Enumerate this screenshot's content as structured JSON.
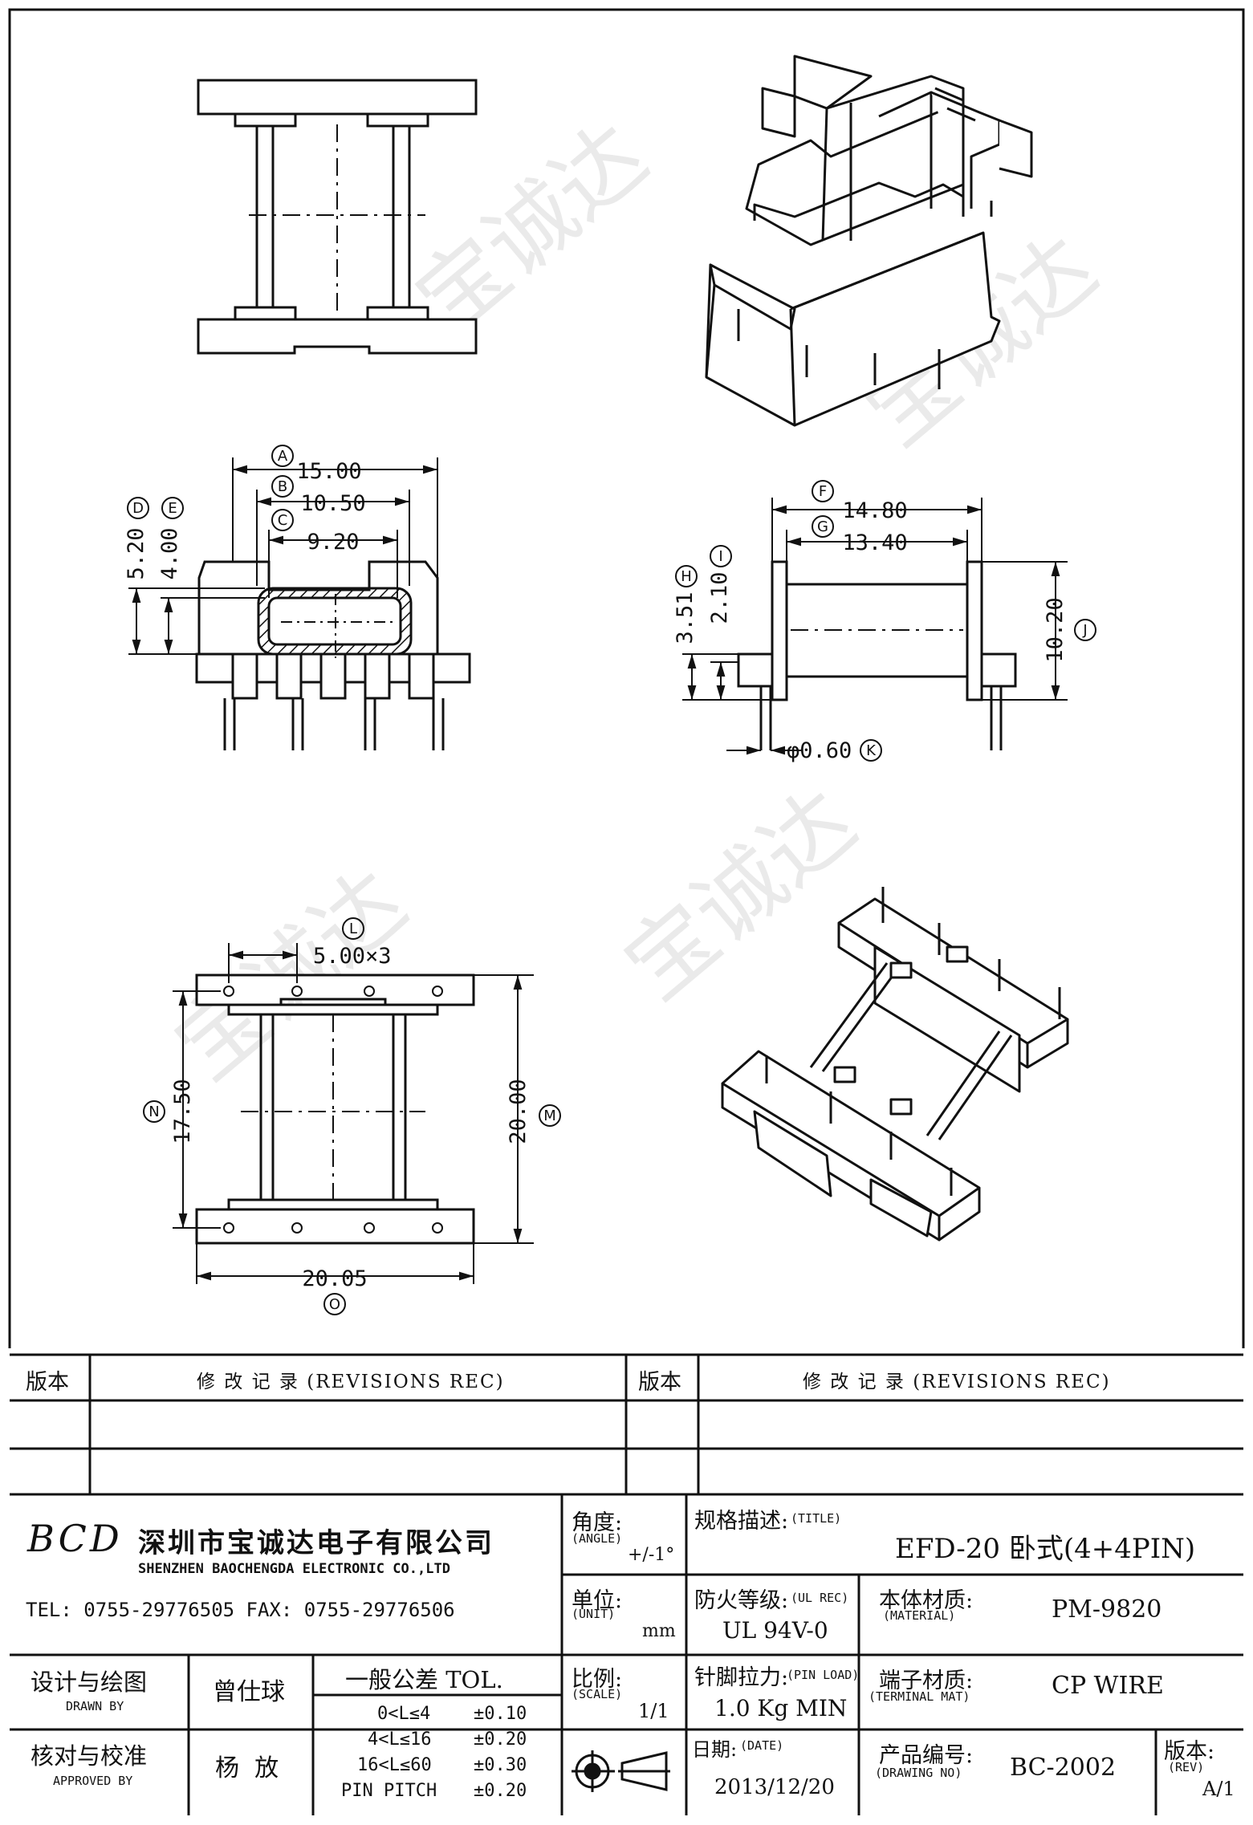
{
  "views": {
    "front": {
      "A": {
        "letter": "A",
        "value": "15.00"
      },
      "B": {
        "letter": "B",
        "value": "10.50"
      },
      "C": {
        "letter": "C",
        "value": "9.20"
      },
      "D": {
        "letter": "D",
        "value": "5.20"
      },
      "E": {
        "letter": "E",
        "value": "4.00"
      }
    },
    "side": {
      "F": {
        "letter": "F",
        "value": "14.80"
      },
      "G": {
        "letter": "G",
        "value": "13.40"
      },
      "H": {
        "letter": "H",
        "value": "3.51"
      },
      "I": {
        "letter": "I",
        "value": "2.10"
      },
      "J": {
        "letter": "J",
        "value": "10.20"
      },
      "K": {
        "letter": "K",
        "value": "φ0.60"
      }
    },
    "bottom": {
      "L": {
        "letter": "L",
        "value": "5.00×3"
      },
      "M": {
        "letter": "M",
        "value": "20.00"
      },
      "N": {
        "letter": "N",
        "value": "17.50"
      },
      "O": {
        "letter": "O",
        "value": "20.05"
      }
    }
  },
  "watermark": "宝诚达",
  "revisions": {
    "ver_label": "版本",
    "rec_label": "修 改 记 录 (REVISIONS REC)"
  },
  "company": {
    "logo": "BCD",
    "name_cn": "深圳市宝诚达电子有限公司",
    "name_en": "SHENZHEN BAOCHENGDA ELECTRONIC CO.,LTD",
    "tel": "TEL: 0755-29776505  FAX: 0755-29776506"
  },
  "angle": {
    "label": "角度:",
    "sub": "(ANGLE)",
    "value": "+/-1°"
  },
  "title": {
    "label": "规格描述:",
    "sub": "(TITLE)",
    "value": "EFD-20 卧式(4+4PIN)"
  },
  "unit": {
    "label": "单位:",
    "sub": "(UNIT)",
    "value": "mm"
  },
  "ul": {
    "label": "防火等级:",
    "sub": "(UL REC)",
    "value": "UL 94V-0"
  },
  "material": {
    "label": "本体材质:",
    "sub": "(MATERIAL)",
    "value": "PM-9820"
  },
  "designer": {
    "label": "设计与绘图",
    "sub": "DRAWN BY",
    "value": "曾仕球"
  },
  "tolerance": {
    "title": "一般公差 TOL.",
    "rows": [
      {
        "range": "0<L≤4",
        "tol": "±0.10"
      },
      {
        "range": "4<L≤16",
        "tol": "±0.20"
      },
      {
        "range": "16<L≤60",
        "tol": "±0.30"
      },
      {
        "range": "PIN PITCH",
        "tol": "±0.20"
      }
    ]
  },
  "scale": {
    "label": "比例:",
    "sub": "(SCALE)",
    "value": "1/1"
  },
  "pin_load": {
    "label": "针脚拉力:",
    "sub": "(PIN LOAD)",
    "value": "1.0 Kg MIN"
  },
  "terminal": {
    "label": "端子材质:",
    "sub": "(TERMINAL MAT)",
    "value": "CP WIRE"
  },
  "approver": {
    "label": "核对与校准",
    "sub": "APPROVED BY",
    "value": "杨  放"
  },
  "date": {
    "label": "日期:",
    "sub": "(DATE)",
    "value": "2013/12/20"
  },
  "drawing_no": {
    "label": "产品编号:",
    "sub": "(DRAWING NO)",
    "value": "BC-2002"
  },
  "rev": {
    "label": "版本:",
    "sub": "(REV)",
    "value": "A/1"
  }
}
